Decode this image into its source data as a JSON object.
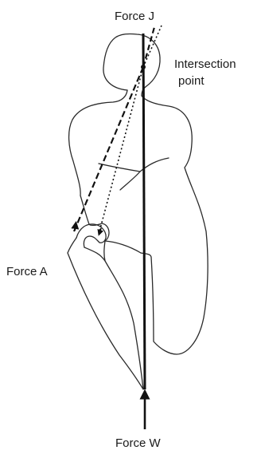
{
  "labels": {
    "force_j": "Force J",
    "intersection_line1": "Intersection",
    "intersection_line2": "point",
    "force_a": "Force A",
    "force_w": "Force W"
  }
}
